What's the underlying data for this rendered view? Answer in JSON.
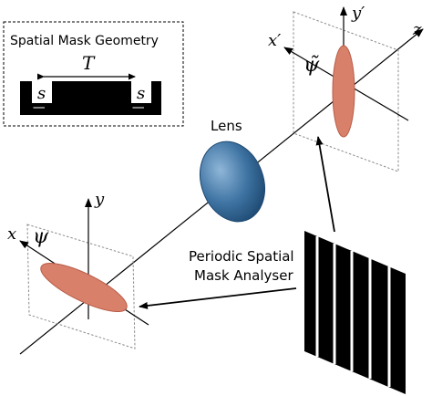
{
  "inset": {
    "title": "Spatial Mask Geometry",
    "period_label": "T",
    "slit_label_left": "s",
    "slit_label_right": "s"
  },
  "labels": {
    "lens": "Lens",
    "analyser_line1": "Periodic Spatial",
    "analyser_line2": "Mask Analyser"
  },
  "input_plane": {
    "x_axis": "x",
    "y_axis": "y",
    "field": "ψ"
  },
  "output_plane": {
    "x_axis": "x′",
    "y_axis": "y′",
    "z_axis": "z",
    "field": "ψ̃"
  },
  "colors": {
    "ellipse_fill": "#d9806a",
    "ellipse_stroke": "#b85c48",
    "lens_light": "#6f9dc4",
    "lens_dark": "#1f4f78",
    "plane_stroke": "#8a8a8a",
    "mask_black": "#000000"
  }
}
